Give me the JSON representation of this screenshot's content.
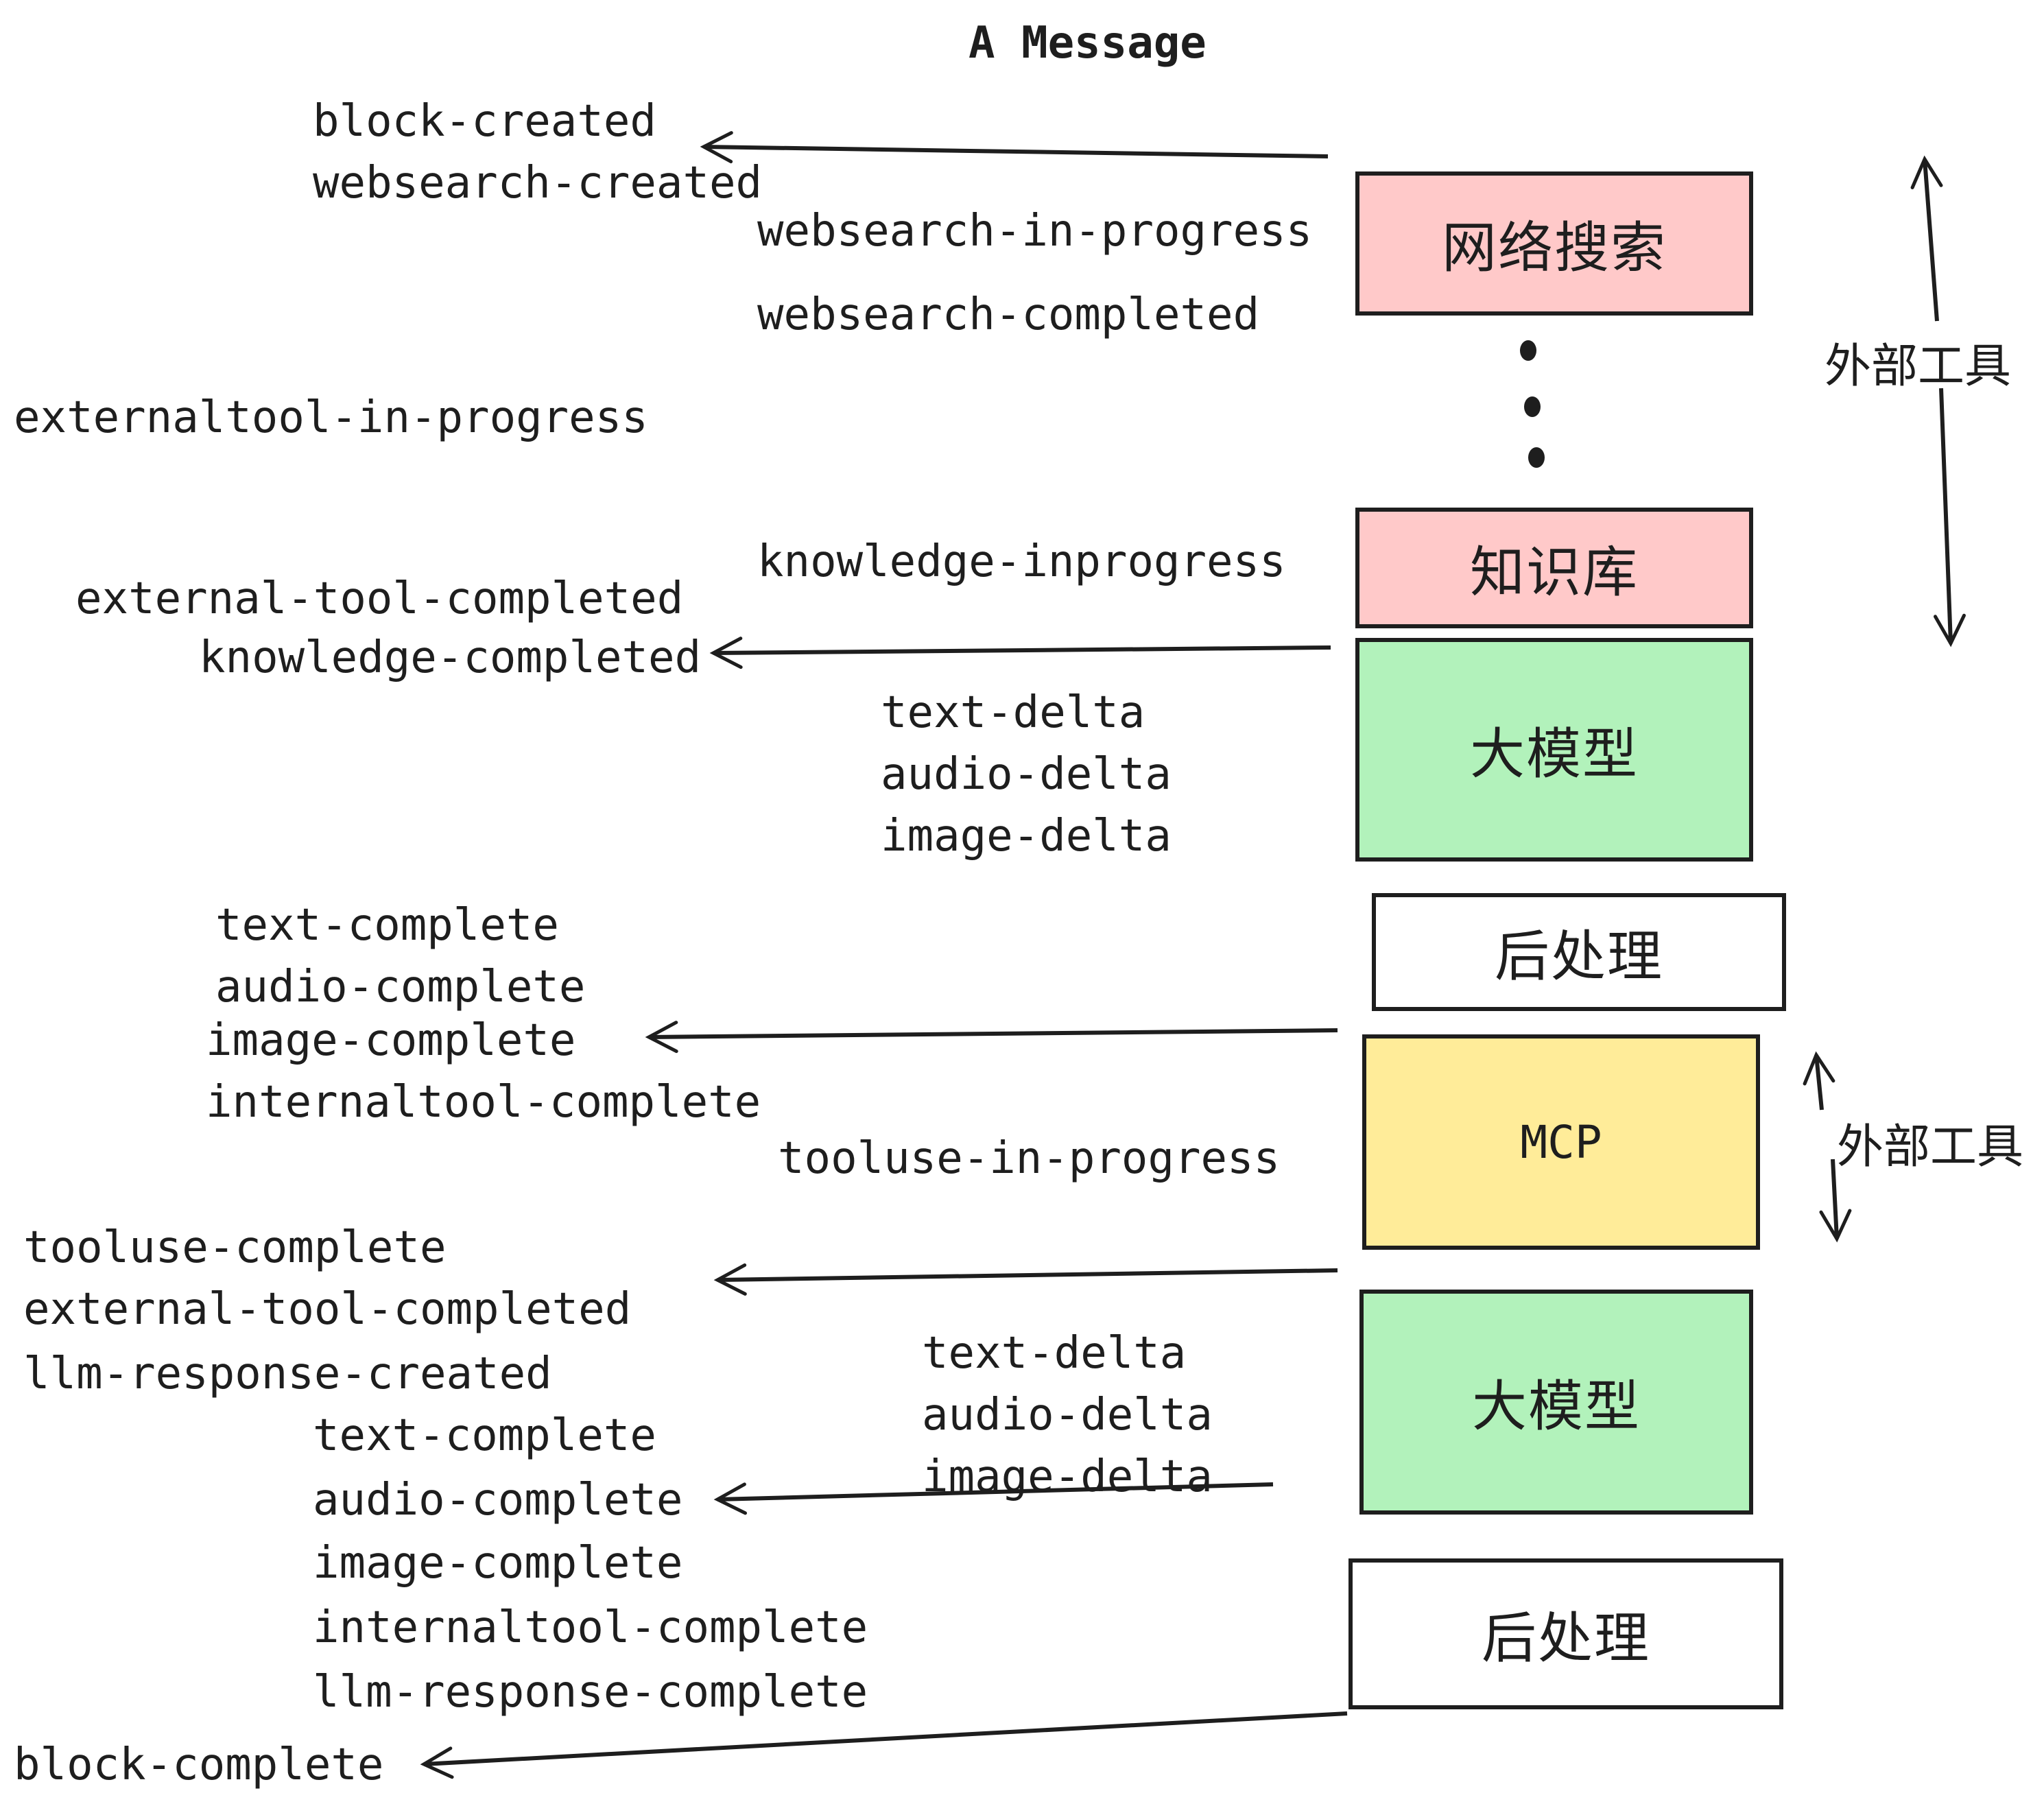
{
  "title": "A Message",
  "nodes": {
    "websearch": {
      "label": "网络搜索",
      "fill": "#ffc9c9"
    },
    "knowledge": {
      "label": "知识库",
      "fill": "#ffc9c9"
    },
    "llm_top": {
      "label": "大模型",
      "fill": "#b2f2bb"
    },
    "post_top": {
      "label": "后处理",
      "fill": "#ffffff"
    },
    "mcp": {
      "label": "MCP",
      "fill": "#ffec99"
    },
    "llm_bottom": {
      "label": "大模型",
      "fill": "#b2f2bb"
    },
    "post_bottom": {
      "label": "后处理",
      "fill": "#ffffff"
    }
  },
  "side_labels": {
    "external_tools_upper": "外部工具",
    "external_tools_lower": "外部工具"
  },
  "events": {
    "block_created": "block-created",
    "websearch_created": "websearch-created",
    "websearch_in_progress": "websearch-in-progress",
    "websearch_completed": "websearch-completed",
    "externaltool_in_progress": "externaltool-in-progress",
    "knowledge_inprogress": "knowledge-inprogress",
    "external_tool_completed": "external-tool-completed",
    "knowledge_completed": "knowledge-completed",
    "text_delta": "text-delta",
    "audio_delta": "audio-delta",
    "image_delta": "image-delta",
    "text_complete": "text-complete",
    "audio_complete": "audio-complete",
    "image_complete": "image-complete",
    "internaltool_complete": "internaltool-complete",
    "tooluse_in_progress": "tooluse-in-progress",
    "tooluse_complete": "tooluse-complete",
    "llm_response_created": "llm-response-created",
    "llm_response_complete": "llm-response-complete",
    "block_complete": "block-complete"
  },
  "colors": {
    "stroke": "#1e1e1e",
    "pink": "#ffc9c9",
    "green": "#b2f2bb",
    "yellow": "#ffec99",
    "white": "#ffffff"
  }
}
